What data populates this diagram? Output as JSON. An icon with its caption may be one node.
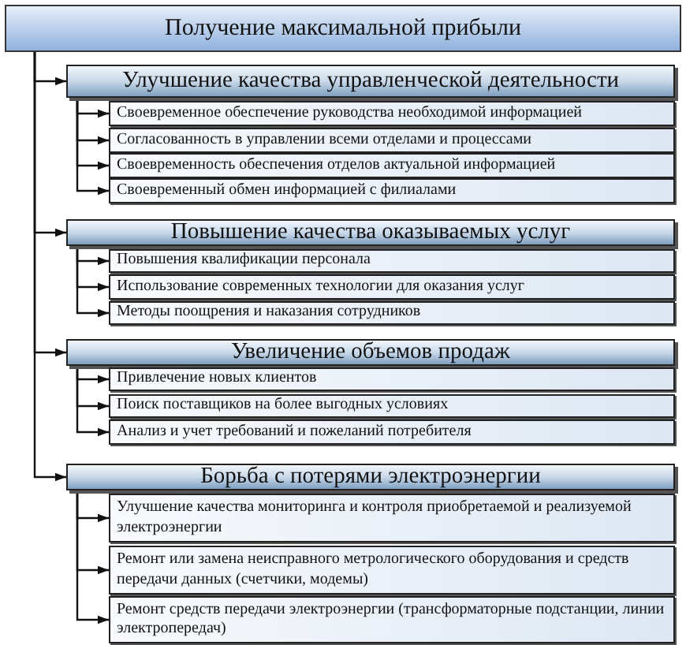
{
  "diagram": {
    "nodes": [
      {
        "text": [
          "Получение максимальной прибыли"
        ]
      },
      {
        "text": [
          "Улучшение качества управленческой деятельности"
        ]
      },
      {
        "text": [
          "Своевременное обеспечение руководства необходимой информацией"
        ]
      },
      {
        "text": [
          "Согласованность в управлении всеми отделами и процессами"
        ]
      },
      {
        "text": [
          "Своевременность обеспечения отделов актуальной информацией"
        ]
      },
      {
        "text": [
          "Своевременный обмен информацией с филиалами"
        ]
      },
      {
        "text": [
          "Повышение качества оказываемых услуг"
        ]
      },
      {
        "text": [
          "Повышения квалификации персонала"
        ]
      },
      {
        "text": [
          "Использование современных технологии для оказания услуг"
        ]
      },
      {
        "text": [
          "Методы поощрения и наказания сотрудников"
        ]
      },
      {
        "text": [
          "Увеличение объемов продаж"
        ]
      },
      {
        "text": [
          "Привлечение новых клиентов"
        ]
      },
      {
        "text": [
          "Поиск поставщиков на более выгодных условиях"
        ]
      },
      {
        "text": [
          "Анализ и учет требований и пожеланий потребителя"
        ]
      },
      {
        "text": [
          "Борьба с потерями электроэнергии"
        ]
      },
      {
        "text": [
          "Улучшение качества мониторинга и контроля  приобретаемой и реализуемой электроэнергии"
        ]
      },
      {
        "text": [
          "Ремонт или замена неисправного метрологического оборудования и средств передачи данных (счетчики, модемы)"
        ]
      },
      {
        "text": [
          "Ремонт средств передачи электроэнергии (трансформаторные подстанции, линии электропередач)"
        ]
      }
    ],
    "edges": [
      {
        "from": 0,
        "to": 1,
        "arrow": "to"
      },
      {
        "from": 1,
        "to": 2,
        "arrow": "to"
      },
      {
        "from": 1,
        "to": 3,
        "arrow": "to"
      },
      {
        "from": 1,
        "to": 4,
        "arrow": "to"
      },
      {
        "from": 1,
        "to": 5,
        "arrow": "to"
      },
      {
        "from": 0,
        "to": 6,
        "arrow": "to"
      },
      {
        "from": 6,
        "to": 7,
        "arrow": "to"
      },
      {
        "from": 6,
        "to": 8,
        "arrow": "to"
      },
      {
        "from": 6,
        "to": 9,
        "arrow": "to"
      },
      {
        "from": 0,
        "to": 10,
        "arrow": "to"
      },
      {
        "from": 10,
        "to": 11,
        "arrow": "to"
      },
      {
        "from": 10,
        "to": 12,
        "arrow": "to"
      },
      {
        "from": 10,
        "to": 13,
        "arrow": "to"
      },
      {
        "from": 0,
        "to": 14,
        "arrow": "to"
      },
      {
        "from": 14,
        "to": 15,
        "arrow": "to"
      },
      {
        "from": 14,
        "to": 16,
        "arrow": "to"
      },
      {
        "from": 14,
        "to": 17,
        "arrow": "to"
      }
    ]
  }
}
